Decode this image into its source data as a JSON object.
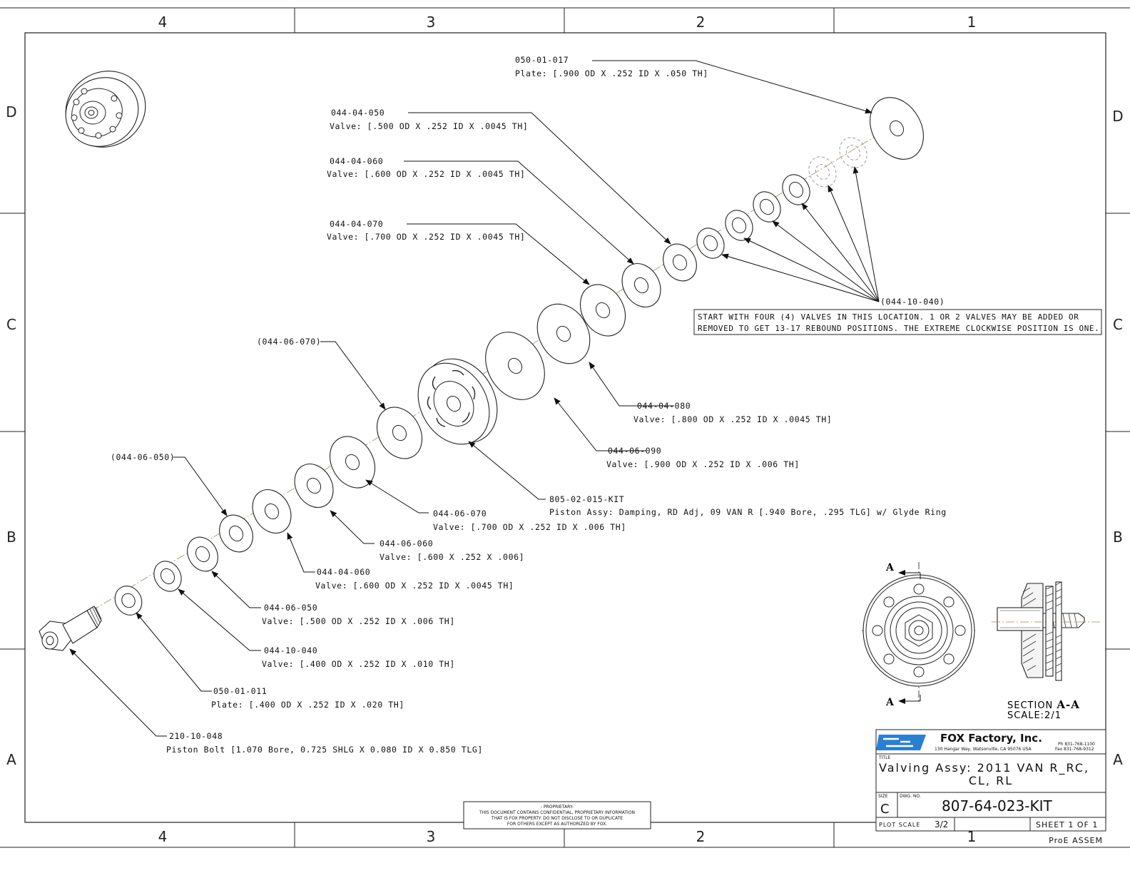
{
  "zones": {
    "columns": [
      "4",
      "3",
      "2",
      "1"
    ],
    "rows": [
      "D",
      "C",
      "B",
      "A"
    ]
  },
  "callouts": {
    "c1": {
      "pn": "050-01-017",
      "desc": "Plate: [.900 OD X .252 ID X .050 TH]"
    },
    "c2": {
      "pn": "044-04-050",
      "desc": "Valve: [.500 OD X .252 ID X .0045 TH]"
    },
    "c3": {
      "pn": "044-04-060",
      "desc": "Valve: [.600 OD X .252 ID X .0045 TH]"
    },
    "c4": {
      "pn": "044-04-070",
      "desc": "Valve: [.700 OD X .252 ID X .0045 TH]"
    },
    "c5": {
      "pn": "(044-10-040)"
    },
    "c6": {
      "pn": "(044-06-070)"
    },
    "c7": {
      "pn": "044-04-080",
      "desc": "Valve: [.800 OD X .252 ID X .0045 TH]"
    },
    "c8": {
      "pn": "044-06-090",
      "desc": "Valve: [.900 OD X .252 ID X .006 TH]"
    },
    "c9": {
      "pn": "(044-06-050)"
    },
    "c10": {
      "pn": "805-02-015-KIT",
      "desc": "Piston Assy: Damping, RD Adj, 09 VAN R [.940 Bore, .295 TLG] w/ Glyde Ring"
    },
    "c11": {
      "pn": "044-06-070",
      "desc": "Valve: [.700 OD X .252 ID X .006 TH]"
    },
    "c12": {
      "pn": "044-06-060",
      "desc": "Valve: [.600 X .252 X .006]"
    },
    "c13": {
      "pn": "044-04-060",
      "desc": "Valve: [.600 OD X .252 ID X .0045 TH]"
    },
    "c14": {
      "pn": "044-06-050",
      "desc": "Valve: [.500 OD X .252 ID X .006 TH]"
    },
    "c15": {
      "pn": "044-10-040",
      "desc": "Valve: [.400 OD X .252 ID X .010 TH]"
    },
    "c16": {
      "pn": "050-01-011",
      "desc": "Plate: [.400 OD X .252 ID X .020 TH]"
    },
    "c17": {
      "pn": "210-10-048",
      "desc": "Piston Bolt [1.070 Bore, 0.725 SHLG X 0.080 ID X 0.850 TLG]"
    }
  },
  "note": {
    "line1": "START WITH FOUR (4) VALVES IN THIS LOCATION. 1 OR 2 VALVES MAY BE ADDED OR",
    "line2": "REMOVED TO GET 13-17 REBOUND POSITIONS. THE EXTREME CLOCKWISE POSITION IS ONE."
  },
  "section": {
    "marker": "A",
    "title_prefix": "SECTION ",
    "title_bold": "A-A",
    "scale": "SCALE:2/1"
  },
  "proprietary": {
    "l1": "- PROPRIETARY-",
    "l2": "THIS DOCUMENT CONTAINS CONFIDENTIAL, PROPRIETARY INFORMATION",
    "l3": "THAT IS FOX PROPERTY.  DO NOT DISCLOSE TO OR DUPLICATE",
    "l4": "FOR OTHERS EXCEPT AS AUTHORIZED BY FOX."
  },
  "title_block": {
    "company": "FOX Factory, Inc.",
    "address": "130 Hangar Way, Watsonville, CA 95076 USA",
    "phone": "Ph 831-768-1100",
    "fax": "Fax 831-768-9312",
    "title_label": "TITLE",
    "title_line1": "Valving Assy: 2011 VAN R_RC,",
    "title_line2": "CL, RL",
    "size_label": "SIZE",
    "size": "C",
    "dwg_label": "DWG. NO.",
    "dwg_no": "807-64-023-KIT",
    "plot_scale_label": "PLOT SCALE",
    "plot_scale": "3/2",
    "sheet": "SHEET 1 OF 1",
    "origin": "ProE ASSEM"
  }
}
